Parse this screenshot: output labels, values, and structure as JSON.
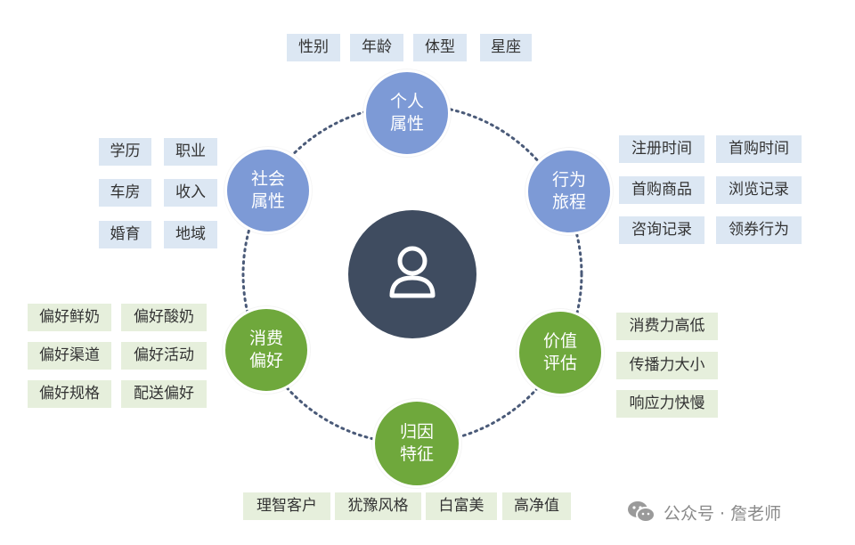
{
  "nodes": {
    "personal": {
      "line1": "个人",
      "line2": "属性"
    },
    "behavior": {
      "line1": "行为",
      "line2": "旅程"
    },
    "value": {
      "line1": "价值",
      "line2": "评估"
    },
    "attribution": {
      "line1": "归因",
      "line2": "特征"
    },
    "consumption": {
      "line1": "消费",
      "line2": "偏好"
    },
    "social": {
      "line1": "社会",
      "line2": "属性"
    }
  },
  "tags": {
    "personal": [
      "性别",
      "年龄",
      "体型",
      "星座"
    ],
    "behavior": [
      "注册时间",
      "首购时间",
      "首购商品",
      "浏览记录",
      "咨询记录",
      "领券行为"
    ],
    "value": [
      "消费力高低",
      "传播力大小",
      "响应力快慢"
    ],
    "attribution": [
      "理智客户",
      "犹豫风格",
      "白富美",
      "高净值"
    ],
    "consumption": [
      "偏好鲜奶",
      "偏好酸奶",
      "偏好渠道",
      "偏好活动",
      "偏好规格",
      "配送偏好"
    ],
    "social": [
      "学历",
      "职业",
      "车房",
      "收入",
      "婚育",
      "地域"
    ]
  },
  "watermark": {
    "text": "公众号 · 詹老师"
  },
  "colors": {
    "blue_node": "#7d9ad6",
    "green_node": "#6fa83c",
    "center": "#3f4c60",
    "blue_tag": "#dce7f3",
    "green_tag": "#e6efdc",
    "ring": "#4a5a78"
  },
  "icons": {
    "center": "user-icon",
    "watermark": "wechat-icon"
  }
}
